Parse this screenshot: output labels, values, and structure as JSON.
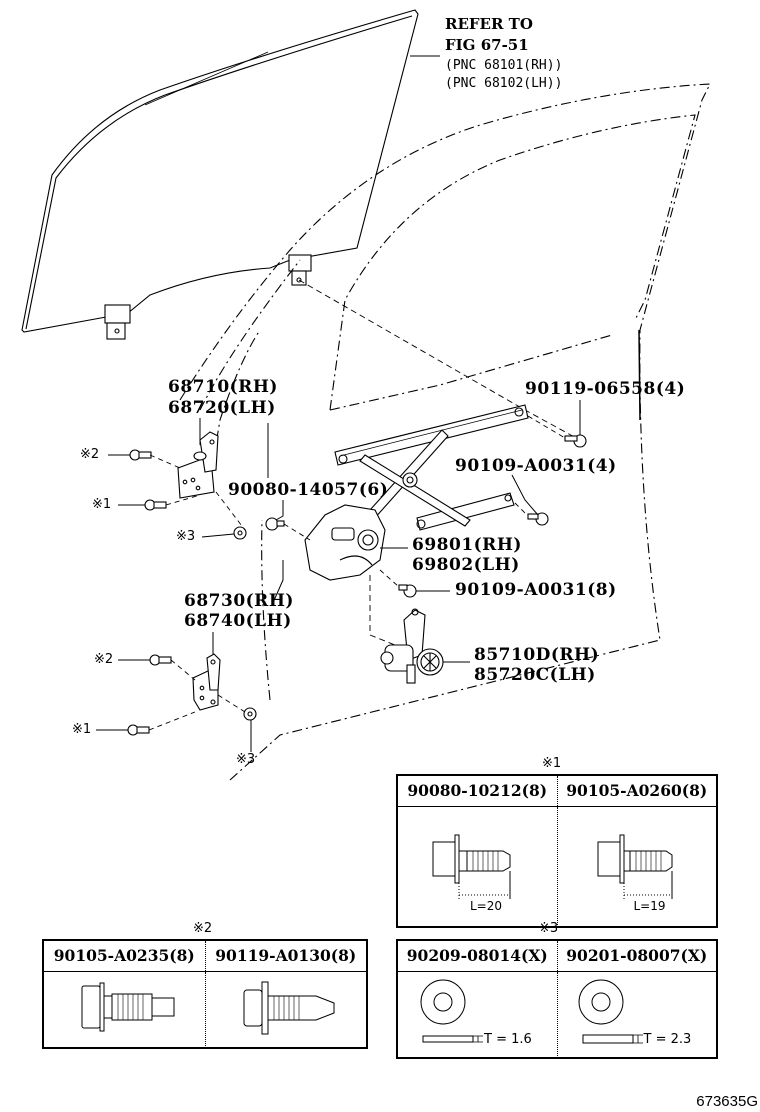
{
  "diagram": {
    "title": "Front Door Window Regulator & Hinge",
    "figure_number": "673635G",
    "refer_note": {
      "line1": "REFER TO",
      "line2": "FIG 67-51",
      "line3": "(PNC 68101(RH))",
      "line4": "(PNC 68102(LH))"
    },
    "callouts": {
      "upper_hinge_rh": "68710(RH)",
      "upper_hinge_lh": "68720(LH)",
      "lower_hinge_rh": "68730(RH)",
      "lower_hinge_lh": "68740(LH)",
      "bolt_90080_14057": "90080-14057(6)",
      "bolt_90119_06558": "90119-06558(4)",
      "bolt_90109_a0031_4": "90109-A0031(4)",
      "bolt_90109_a0031_8": "90109-A0031(8)",
      "regulator_rh": "69801(RH)",
      "regulator_lh": "69802(LH)",
      "motor_rh": "85710D(RH)",
      "motor_lh": "85720C(LH)"
    },
    "reference_marks": {
      "mark1": "※1",
      "mark2": "※2",
      "mark3": "※3"
    }
  },
  "tables": {
    "mark1": {
      "title": "※1",
      "columns": [
        {
          "part": "90080-10212(8)",
          "dimension": "L=20"
        },
        {
          "part": "90105-A0260(8)",
          "dimension": "L=19"
        }
      ]
    },
    "mark2": {
      "title": "※2",
      "columns": [
        {
          "part": "90105-A0235(8)",
          "dimension": ""
        },
        {
          "part": "90119-A0130(8)",
          "dimension": ""
        }
      ]
    },
    "mark3": {
      "title": "※3",
      "columns": [
        {
          "part": "90209-08014(X)",
          "dimension": "T = 1.6"
        },
        {
          "part": "90201-08007(X)",
          "dimension": "T = 2.3"
        }
      ]
    }
  }
}
